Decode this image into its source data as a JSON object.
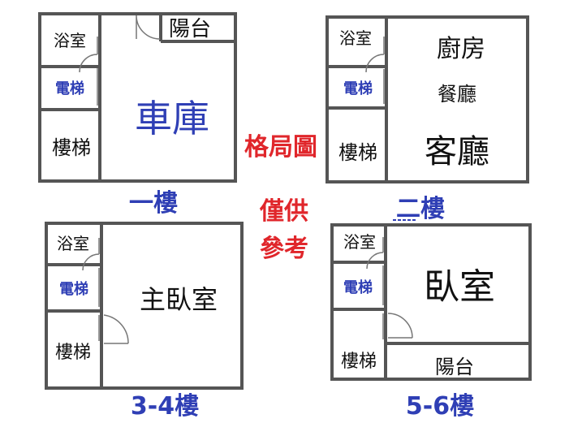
{
  "colors": {
    "wall": "#555555",
    "text": "#111111",
    "blue": "#2f3fb5",
    "red": "#e0262b",
    "door": "#777777"
  },
  "title": "格局圖",
  "disclaimer": [
    "僅供",
    "參考"
  ],
  "floor1": {
    "bath": "浴室",
    "elevator": "電梯",
    "stairs": "樓梯",
    "garage": "車庫",
    "balcony": "陽台",
    "label": "一樓"
  },
  "floor2": {
    "bath": "浴室",
    "elevator": "電梯",
    "stairs": "樓梯",
    "kitchen": "廚房",
    "dining": "餐廳",
    "living": "客廳",
    "label": "二樓"
  },
  "floor34": {
    "bath": "浴室",
    "elevator": "電梯",
    "stairs": "樓梯",
    "master_bedroom": "主臥室",
    "label": "3-4樓"
  },
  "floor56": {
    "bath": "浴室",
    "elevator": "電梯",
    "stairs": "樓梯",
    "bedroom": "臥室",
    "balcony": "陽台",
    "label": "5-6樓"
  }
}
